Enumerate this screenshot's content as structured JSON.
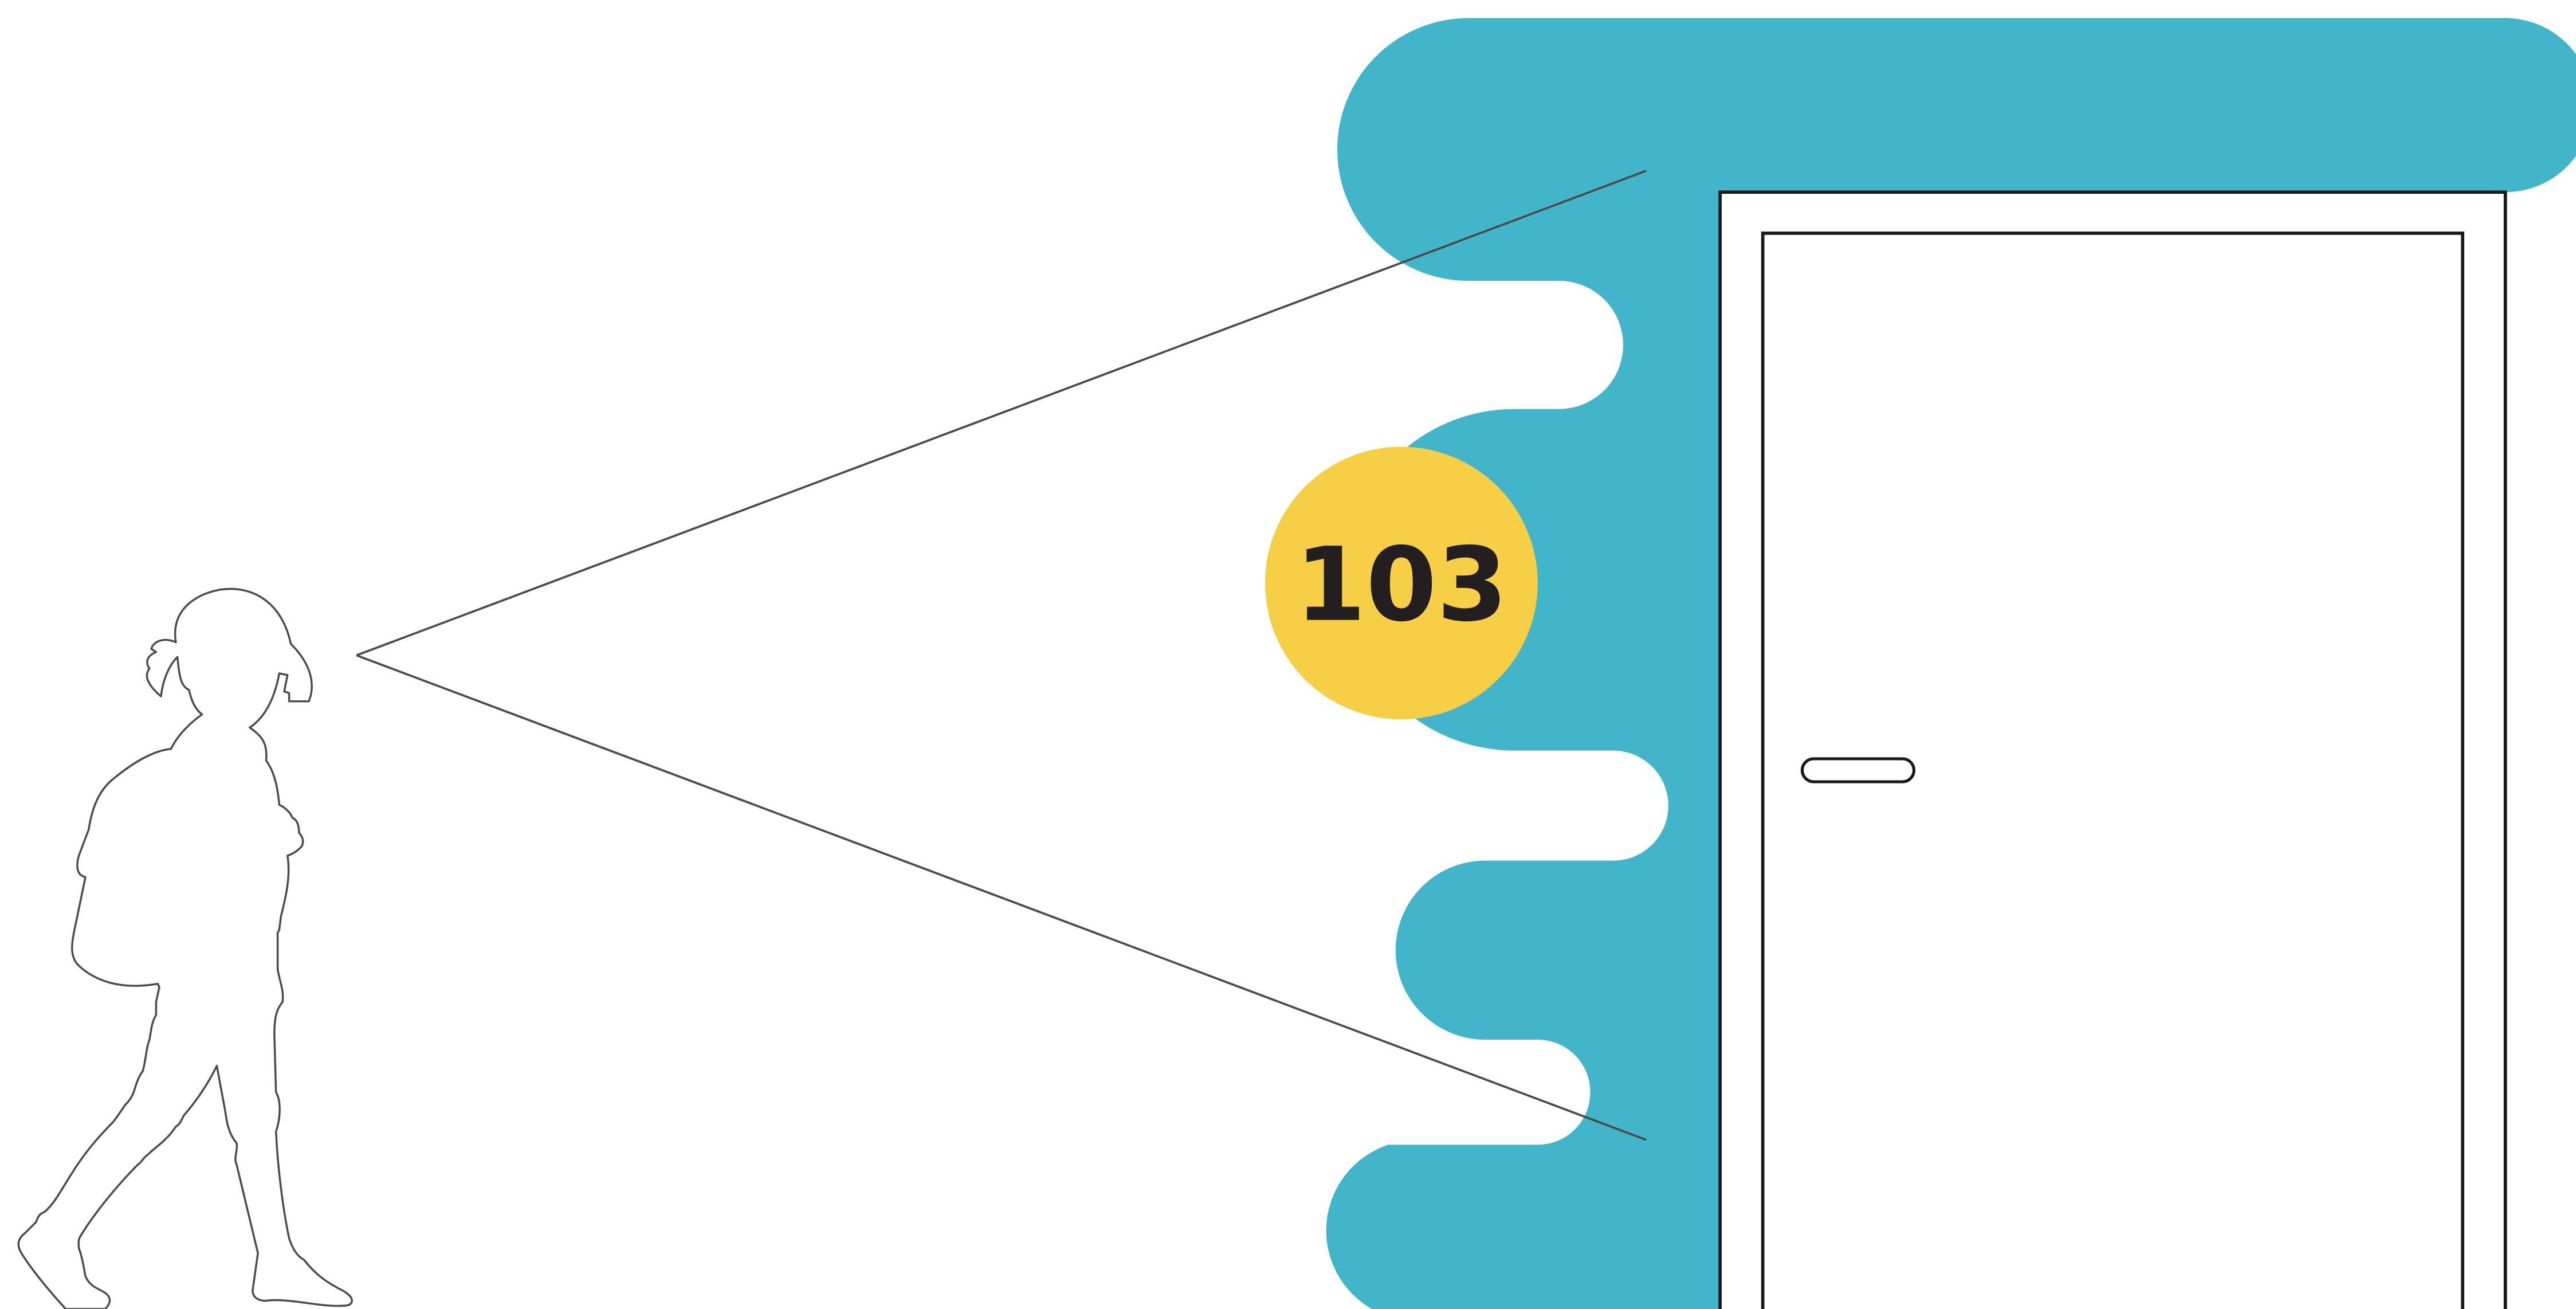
{
  "room_sign": {
    "number": "103"
  },
  "colors": {
    "wall_graphic": "#43b5cb",
    "sign_disc": "#f7cf46",
    "sign_text": "#231f20",
    "line_art": "#4a4a4a",
    "door_outline": "#1a1a1a",
    "background": "#ffffff"
  },
  "icons": {
    "figure": "child-with-backpack-silhouette",
    "sight_line": "line-of-sight-cone",
    "door": "door-icon",
    "handle": "door-handle-icon"
  }
}
